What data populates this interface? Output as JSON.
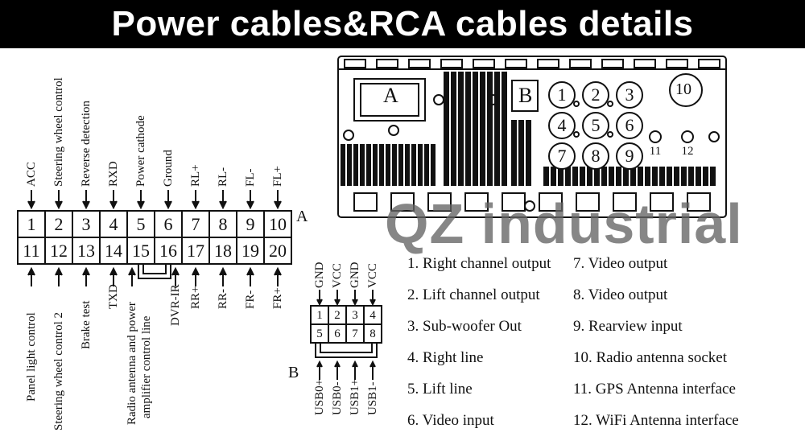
{
  "title": "Power cables&RCA cables details",
  "watermark": "QZ industrial",
  "connector_a": {
    "letter": "A",
    "top_labels": [
      "ACC",
      "Steering wheel control",
      "Reverse detection",
      "RXD",
      "Power cathode",
      "Ground",
      "RL+",
      "RL-",
      "FL-",
      "FL+"
    ],
    "bottom_labels": [
      "Panel light control",
      "Steering wheel control 2",
      "Brake test",
      "TXD",
      "Radio antenna and power",
      "amplifier control line",
      "DVR-IR",
      "RR+",
      "RR-",
      "FR-",
      "FR+"
    ],
    "top_pins": [
      "1",
      "2",
      "3",
      "4",
      "5",
      "6",
      "7",
      "8",
      "9",
      "10"
    ],
    "bottom_pins": [
      "11",
      "12",
      "13",
      "14",
      "15",
      "16",
      "17",
      "18",
      "19",
      "20"
    ]
  },
  "connector_b": {
    "letter": "B",
    "top_labels": [
      "GND",
      "VCC",
      "GND",
      "VCC"
    ],
    "bottom_labels": [
      "USB0+",
      "USB0-",
      "USB1+",
      "USB1-"
    ],
    "top_pins": [
      "1",
      "2",
      "3",
      "4"
    ],
    "bottom_pins": [
      "5",
      "6",
      "7",
      "8"
    ]
  },
  "panel": {
    "label_a": "A",
    "label_b": "B",
    "circles": [
      "1",
      "2",
      "3",
      "4",
      "5",
      "6",
      "7",
      "8",
      "9",
      "10"
    ],
    "small_labels": [
      "11",
      "12"
    ]
  },
  "legend_left": [
    "1. Right channel output",
    "2. Lift channel output",
    "3. Sub-woofer Out",
    "4. Right line",
    "5. Lift  line",
    "6. Video input"
  ],
  "legend_right": [
    "7. Video output",
    "8.  Video output",
    "9. Rearview input",
    "10. Radio antenna socket",
    "11. GPS Antenna interface",
    "12. WiFi Antenna interface"
  ]
}
